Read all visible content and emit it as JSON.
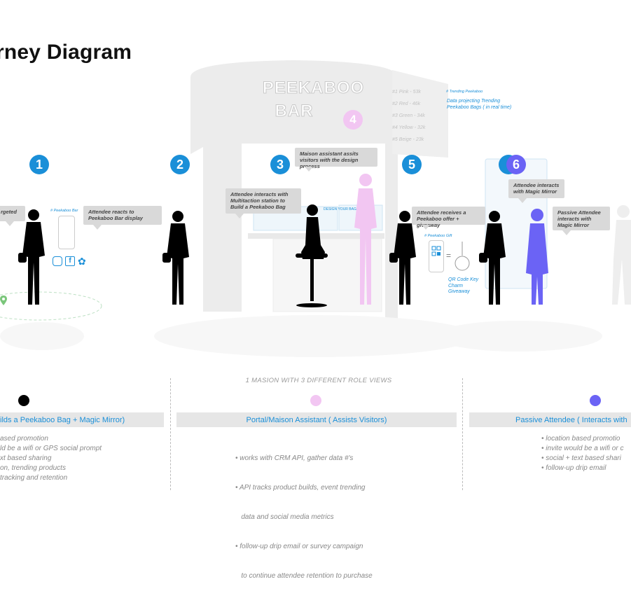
{
  "title": "rney Diagram",
  "booth": {
    "sign_line1": "PEEKABOO",
    "sign_line2": "BAR",
    "station_4": "4"
  },
  "steps": [
    {
      "num": "1"
    },
    {
      "num": "2"
    },
    {
      "num": "3"
    },
    {
      "num": "5"
    },
    {
      "num": "6"
    }
  ],
  "callouts": {
    "targeted": "rgeted",
    "reacts": "Attendee reacts to Peekaboo Bar display",
    "multitaction": "Attendee interacts with Multitaction station to Build a Peekaboo Bag",
    "maison": "Maison assistant assits visitors with the design process",
    "offer": "Attendee receives a Peekaboo offer + giveaway",
    "mirror": "Attendee interacts with Magic Mirror",
    "passive": "Passive Attendee interacts with Magic Mirror"
  },
  "tags": {
    "peekaboo_bar": "# Peekaboo Bar",
    "peekaboo_gift": "# Peekaboo Gift",
    "trending": "# Trending Peekaboo",
    "design_your_bag": "DESIGN YOUR BAG"
  },
  "notes": {
    "trending_data": "Data projecting Trending Peekaboo Bags ( in real time)",
    "qr_giveaway": "QR Code Key Charm Giveaway"
  },
  "trending_list": [
    "#1 Pink - 53k",
    "#2 Red - 46k",
    "#3 Green - 34k",
    "#4 Yellow - 32k",
    "#5 Beige - 23k"
  ],
  "center_label": "1 MASION WITH 3 DIFFERENT ROLE VIEWS",
  "roles": [
    {
      "label": "ilds a Peekaboo Bag + Magic Mirror)",
      "dot_color": "#000000",
      "bullets": [
        "ased promotion",
        "ld be a wifi or GPS social prompt",
        "xt based sharing",
        "on, trending products",
        "tracking and retention"
      ]
    },
    {
      "label": "Portal/Maison Assistant ( Assists Visitors)",
      "dot_color": "#f2c6f2",
      "bullets": [
        "• works with CRM API, gather data #'s",
        "• API tracks product builds, event trending",
        "   data and social media metrics",
        "• follow-up drip email or survey campaign",
        "   to continue attendee retention to purchase"
      ]
    },
    {
      "label": "Passive  Attendee ( Interacts with",
      "dot_color": "#6b63f5",
      "bullets": [
        "• location based promotio",
        "• invite would be a wifi or c",
        "• social + text based shari",
        "• follow-up drip email"
      ]
    }
  ],
  "colors": {
    "accent": "#1a8fd8",
    "maison": "#f2c6f2",
    "passive": "#6b63f5",
    "silhouette": "#000000",
    "booth": "#e8e8e8"
  },
  "icons": [
    "instagram-icon",
    "facebook-icon",
    "twitter-icon",
    "location-pin-icon",
    "qr-code-icon",
    "key-charm-icon"
  ]
}
